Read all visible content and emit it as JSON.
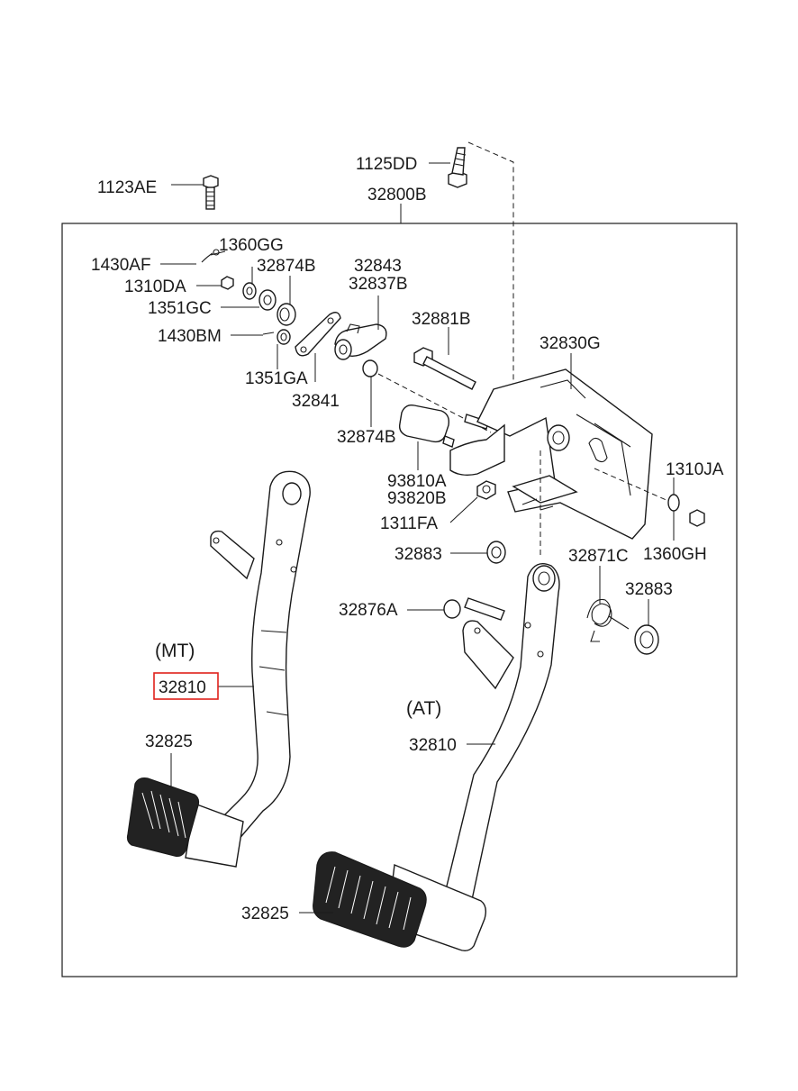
{
  "labels": {
    "p1123AE": "1123AE",
    "p1125DD": "1125DD",
    "p32800B": "32800B",
    "p1360GG": "1360GG",
    "p1430AF": "1430AF",
    "p32874B_top": "32874B",
    "p1310DA": "1310DA",
    "p1351GC": "1351GC",
    "p1430BM": "1430BM",
    "p1351GA": "1351GA",
    "p32843": "32843",
    "p32837B": "32837B",
    "p32841": "32841",
    "p32874B_mid": "32874B",
    "p32881B": "32881B",
    "p32830G": "32830G",
    "p93810A": "93810A",
    "p93820B": "93820B",
    "p1311FA": "1311FA",
    "p1310JA": "1310JA",
    "p1360GH": "1360GH",
    "p32883_left": "32883",
    "p32871C": "32871C",
    "p32883_right": "32883",
    "p32876A": "32876A",
    "p32810_mt": "32810",
    "p32810_at": "32810",
    "p32825_mt": "32825",
    "p32825_at": "32825"
  },
  "variants": {
    "mt": "(MT)",
    "at": "(AT)"
  },
  "highlight_color": "#e0211b"
}
